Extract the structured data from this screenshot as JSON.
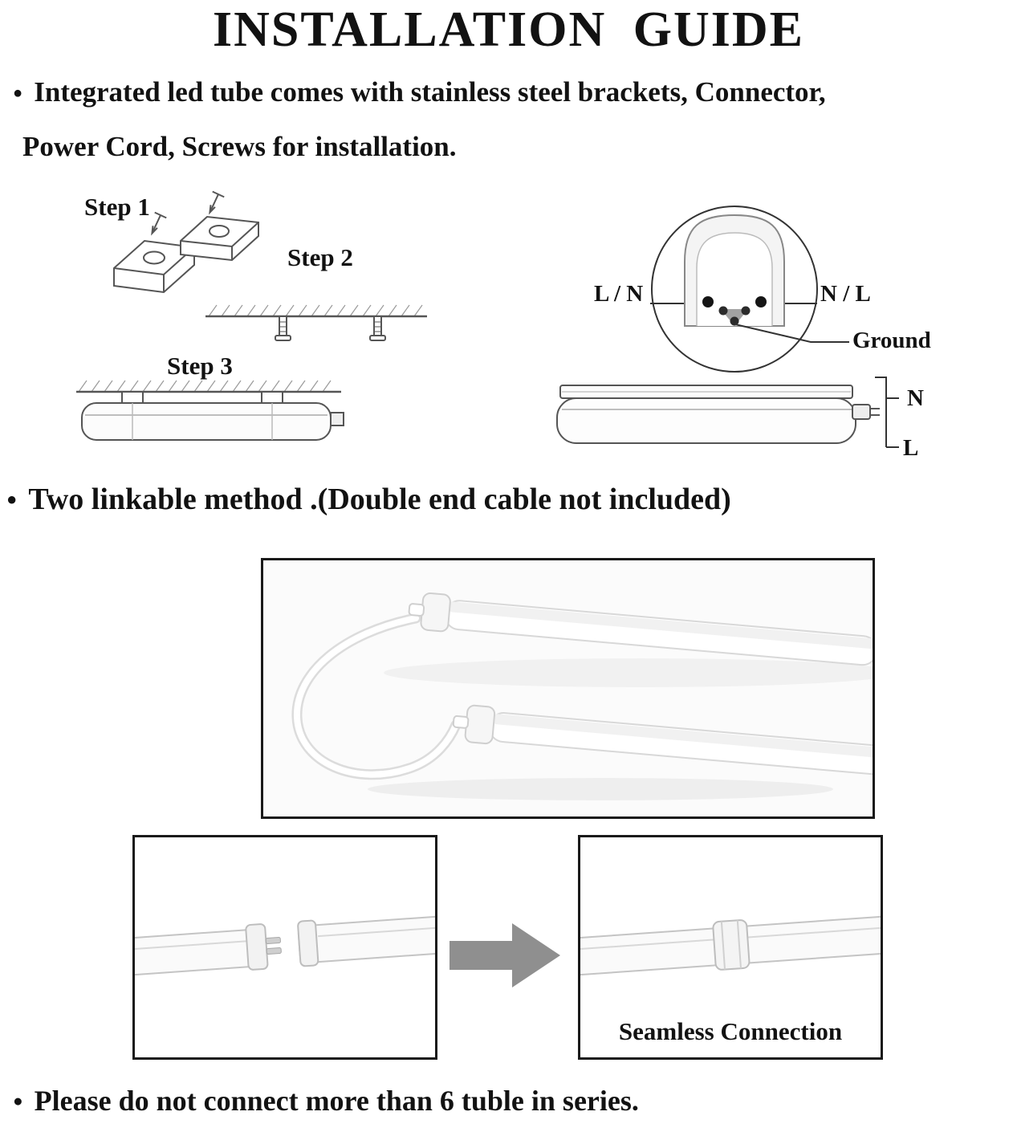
{
  "bullet_glyph": "●",
  "title": "INSTALLATION GUIDE",
  "intro": {
    "line1": "Integrated led tube comes with stainless steel brackets, Connector,",
    "line2": "Power Cord, Screws for installation."
  },
  "steps": {
    "step1_label": "Step 1",
    "step2_label": "Step 2",
    "step3_label": "Step 3"
  },
  "wiring": {
    "left_pin_label": "L / N",
    "right_pin_label": "N / L",
    "ground_label": "Ground",
    "neutral_label": "N",
    "live_label": "L"
  },
  "linkable": {
    "heading": "Two linkable method .(Double end cable not included)"
  },
  "connection": {
    "seamless_label": "Seamless Connection"
  },
  "footer": {
    "warning": "Please do not connect more than 6 tuble in series."
  },
  "colors": {
    "text": "#121212",
    "frame_border": "#1a1a1a",
    "diagram_line": "#555555",
    "arrow_gray": "#8f8f8f"
  }
}
